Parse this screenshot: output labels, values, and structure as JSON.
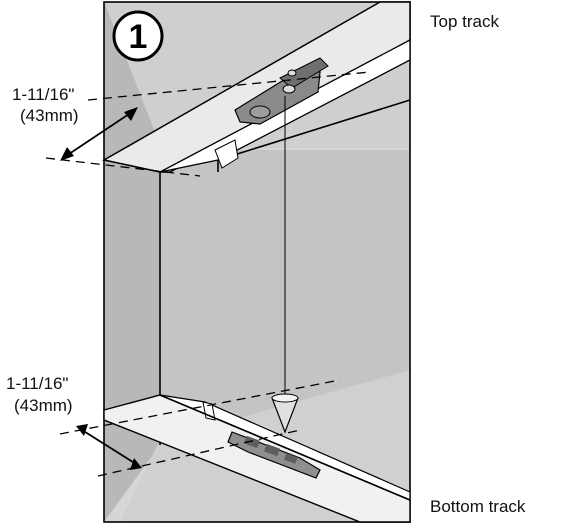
{
  "step": {
    "number": "1"
  },
  "labels": {
    "top_track": "Top track",
    "bottom_track": "Bottom track",
    "top_measure_imperial": "1-11/16\"",
    "top_measure_metric": "(43mm)",
    "bottom_measure_imperial": "1-11/16\"",
    "bottom_measure_metric": "(43mm)"
  },
  "colors": {
    "wall": "#c9c9c9",
    "wall_dark": "#a9a9a9",
    "ceiling": "#d2d2d2",
    "track_face": "#ffffff",
    "line": "#000000"
  }
}
